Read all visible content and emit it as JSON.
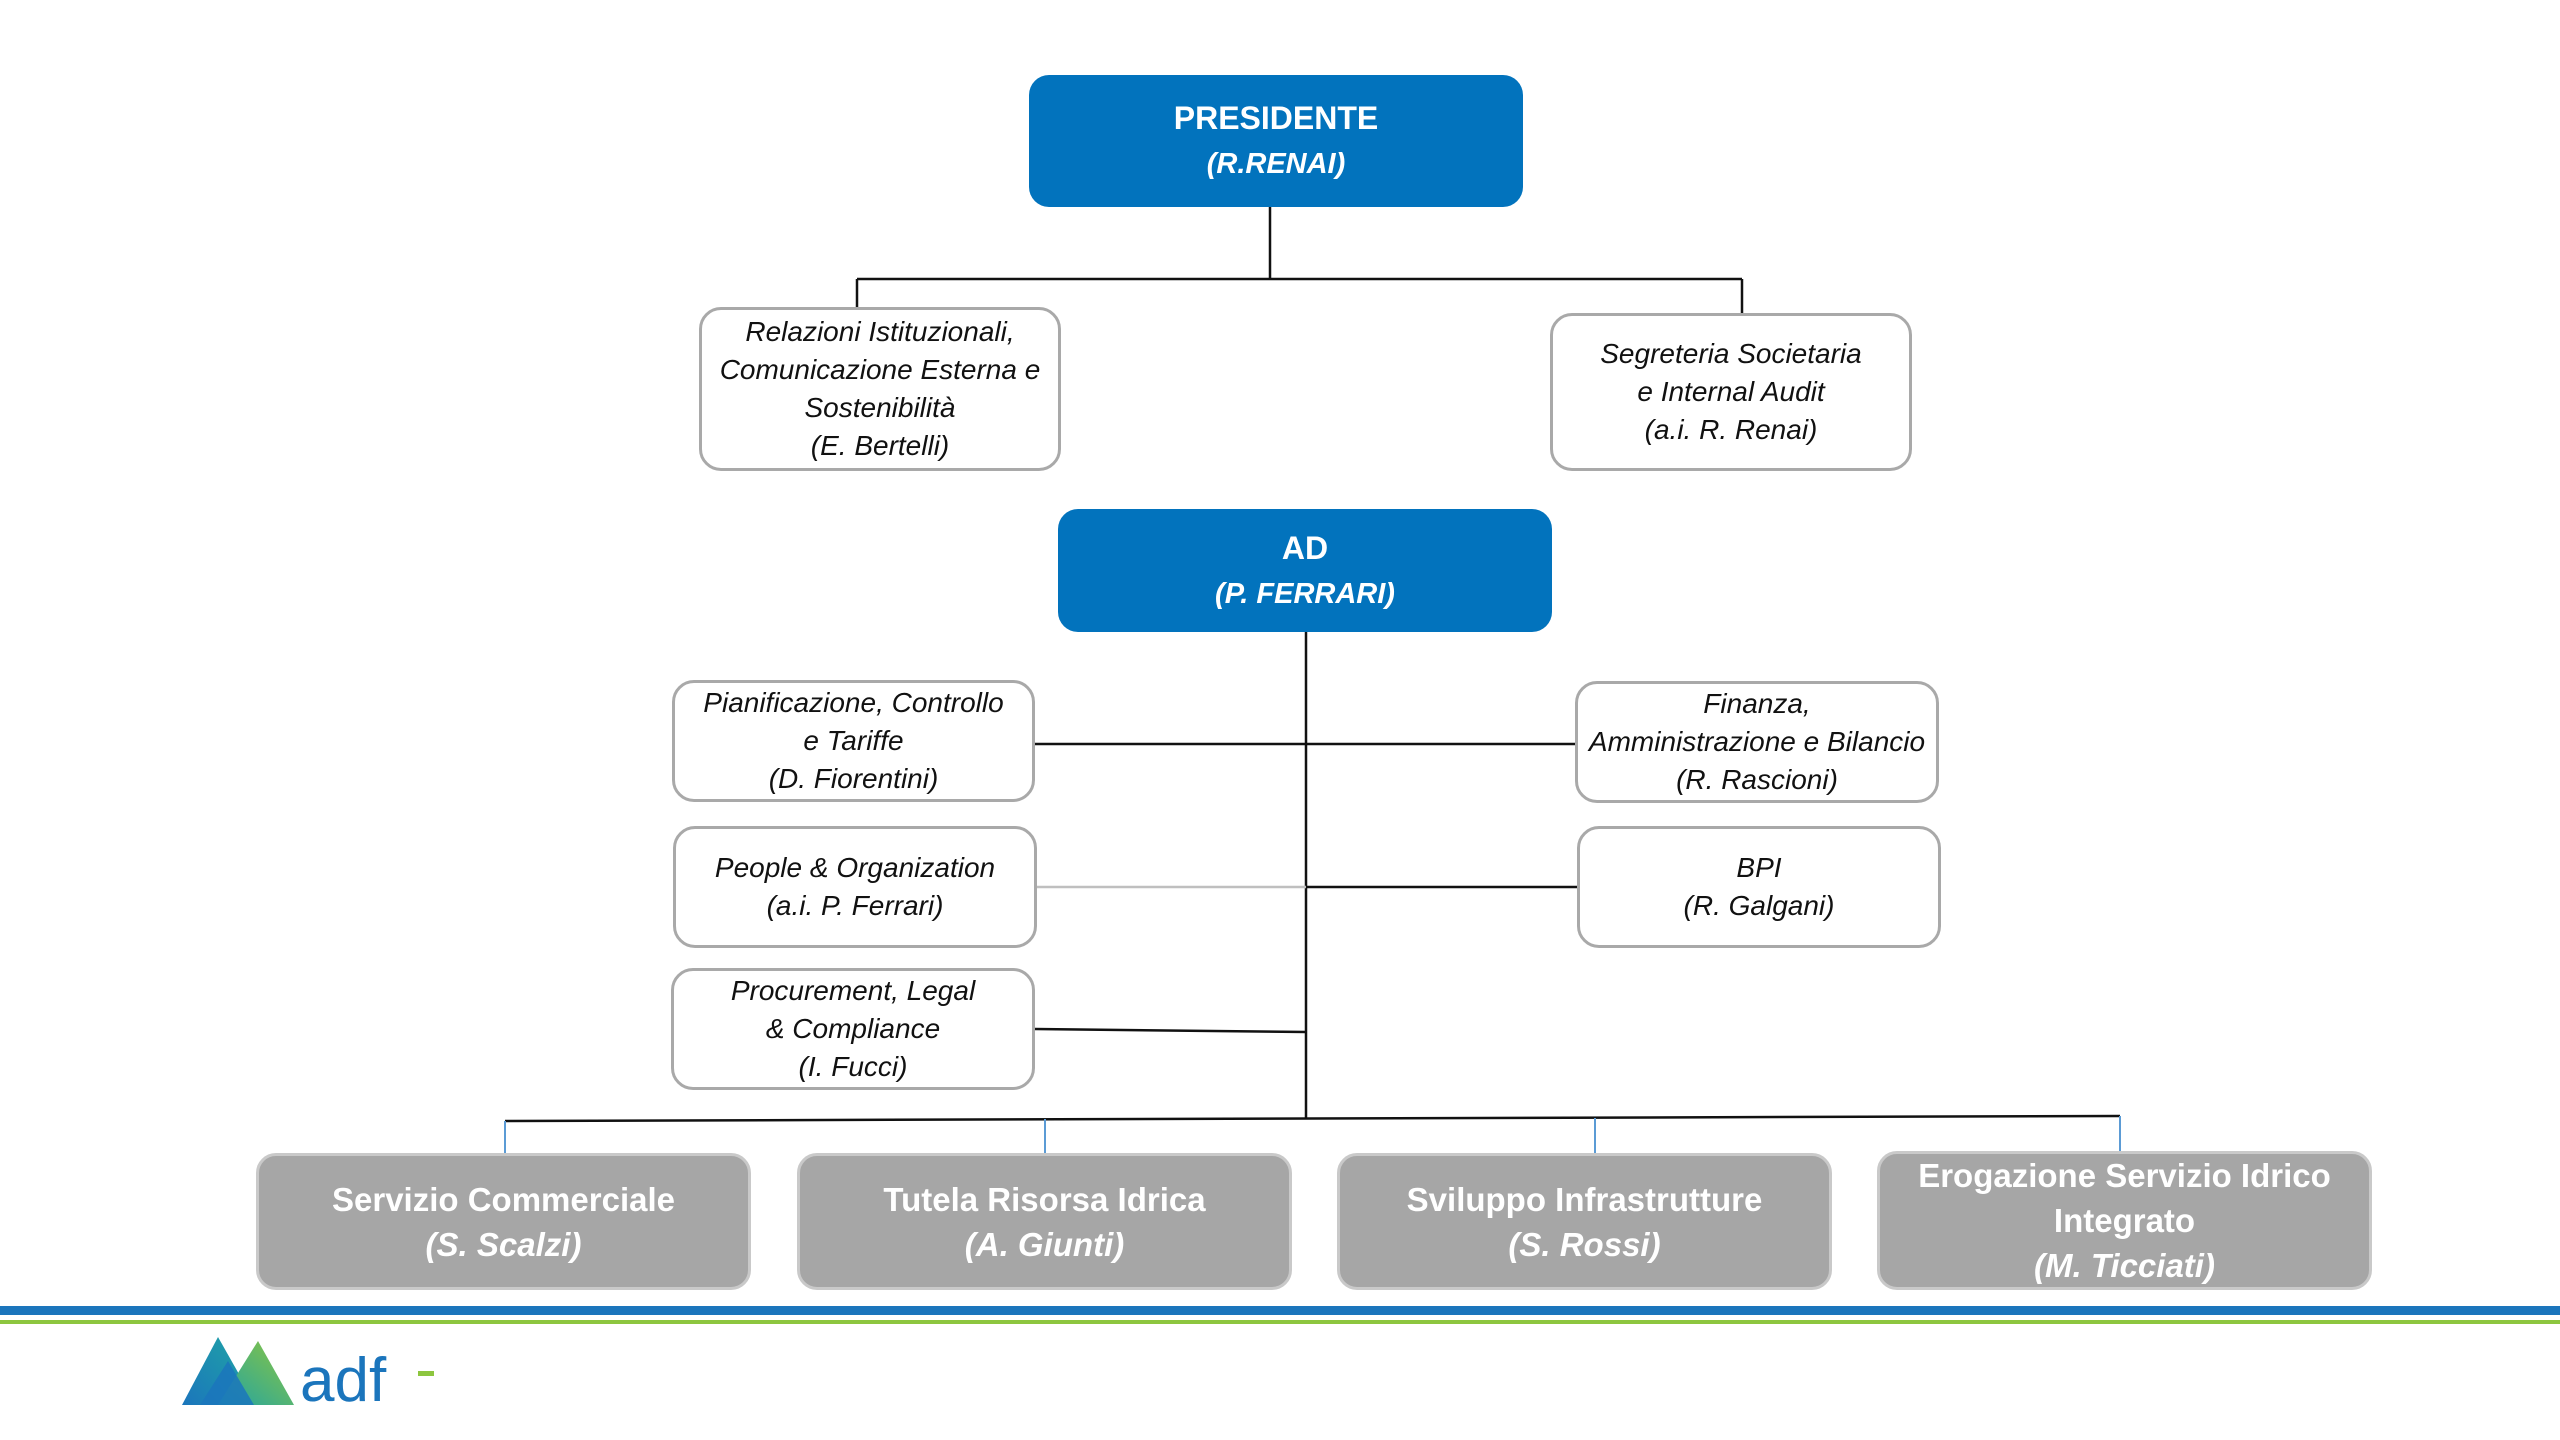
{
  "president": {
    "title": "PRESIDENTE",
    "name": "(R.RENAI)"
  },
  "staff_president": {
    "relazioni": [
      "Relazioni Istituzionali,",
      "Comunicazione Esterna e",
      "Sostenibilità",
      "(E. Bertelli)"
    ],
    "segreteria": [
      "Segreteria Societaria",
      "e Internal Audit",
      "(a.i. R. Renai)"
    ]
  },
  "ad": {
    "title": "AD",
    "name": "(P. FERRARI)"
  },
  "staff_ad": {
    "pianificazione": [
      "Pianificazione, Controllo",
      "e Tariffe",
      "(D. Fiorentini)"
    ],
    "finanza": [
      "Finanza,",
      "Amministrazione e Bilancio",
      "(R. Rascioni)"
    ],
    "people": [
      "People & Organization",
      "(a.i. P. Ferrari)"
    ],
    "bpi": [
      "BPI",
      "(R. Galgani)"
    ],
    "procurement": [
      "Procurement, Legal",
      "& Compliance",
      "(I. Fucci)"
    ]
  },
  "divisions": {
    "commerciale": [
      "Servizio Commerciale",
      "(S. Scalzi)"
    ],
    "tutela": [
      "Tutela Risorsa Idrica",
      "(A. Giunti)"
    ],
    "sviluppo": [
      "Sviluppo Infrastrutture",
      "(S. Rossi)"
    ],
    "erogazione": [
      "Erogazione  Servizio Idrico",
      "Integrato",
      "(M. Ticciati)"
    ]
  },
  "logo": {
    "text": "adf",
    "colors": {
      "mountain_green": "#8DC63F",
      "mountain_blue": "#1B75BC",
      "mountain_teal": "#1FA3A6",
      "text": "#1B75BC",
      "accent": "#8DC63F"
    }
  },
  "colors": {
    "top_box": "#0273BD",
    "division_box": "#A6A6A6",
    "staff_border": "#A9A9A9",
    "band_blue": "#1B75BC",
    "band_green": "#8DC63F"
  }
}
